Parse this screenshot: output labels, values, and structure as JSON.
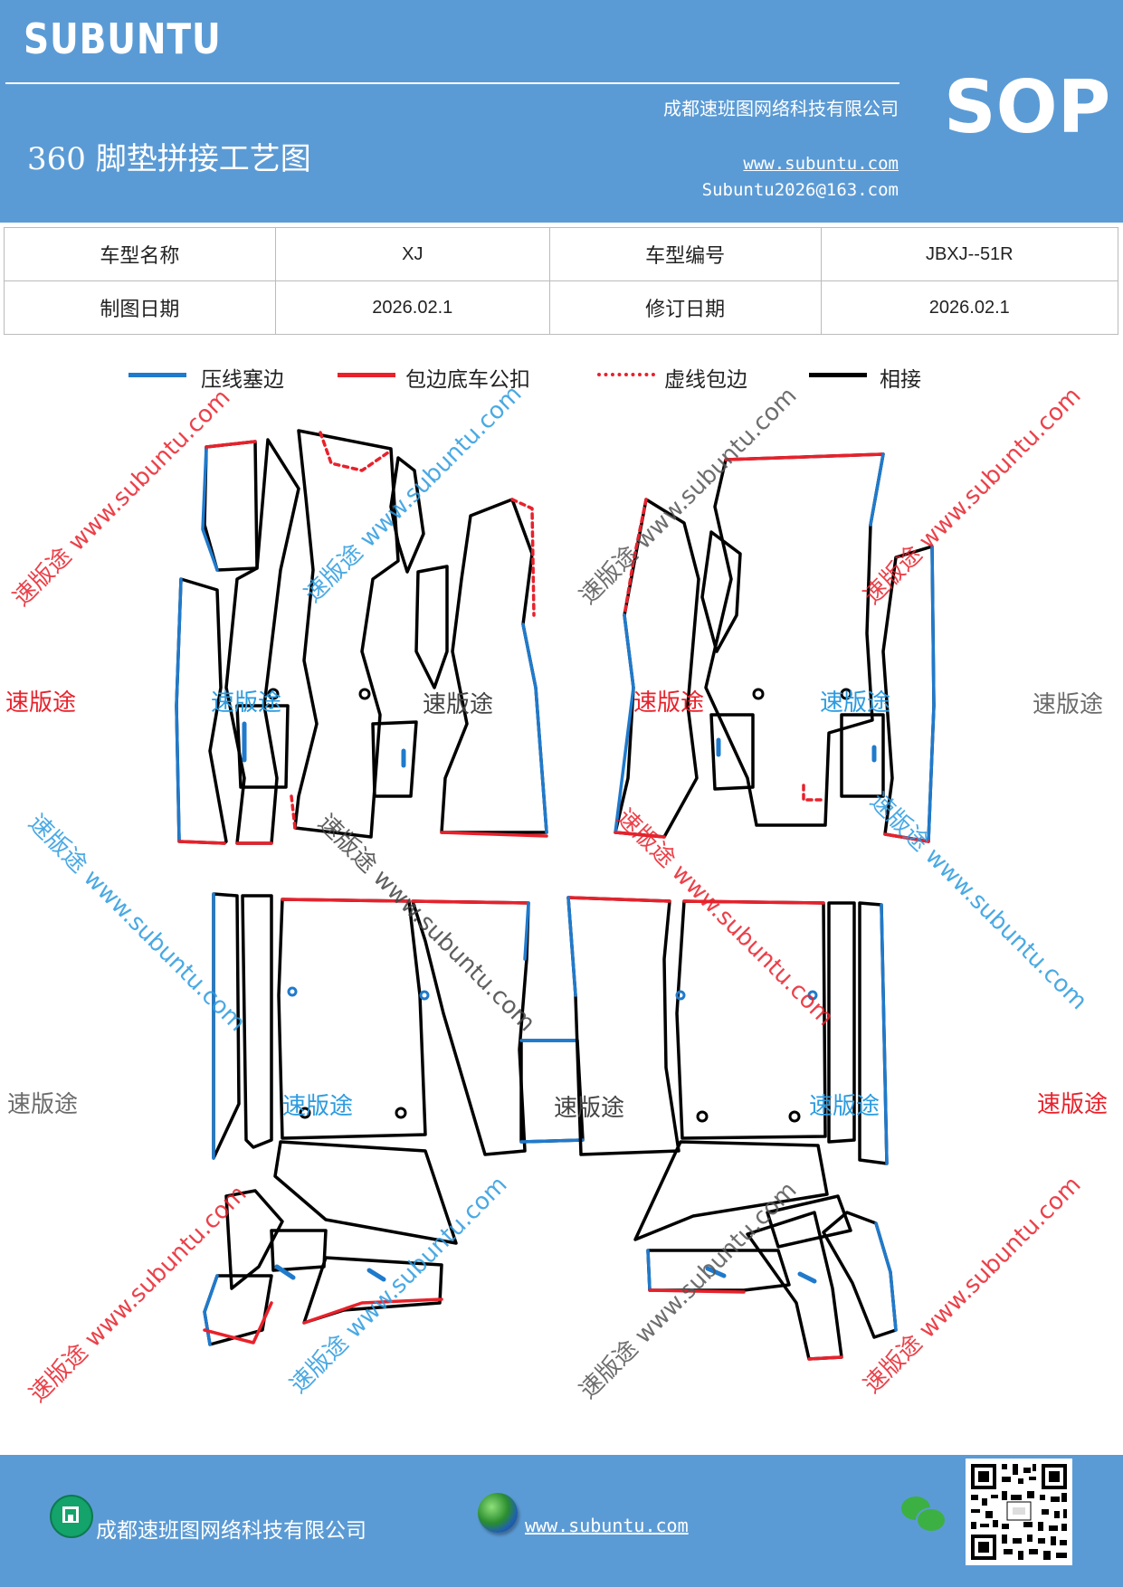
{
  "header": {
    "brand": "SUBUNTU",
    "company": "成都速班图网络科技有限公司",
    "sop": "SOP",
    "title": "360 脚垫拼接工艺图",
    "url": "www.subuntu.com",
    "email": "Subuntu2026@163.com",
    "background_color": "#5b9bd5"
  },
  "info_table": {
    "rows": [
      {
        "label1": "车型名称",
        "value1": "XJ",
        "label2": "车型编号",
        "value2": "JBXJ--51R"
      },
      {
        "label1": "制图日期",
        "value1": "2026.02.1",
        "label2": "修订日期",
        "value2": "2026.02.1"
      }
    ]
  },
  "legend": [
    {
      "label": "压线塞边",
      "style": "solid",
      "color": "#1f7acc"
    },
    {
      "label": "包边底车公扣",
      "style": "solid",
      "color": "#e8212b"
    },
    {
      "label": "虚线包边",
      "style": "dotted",
      "color": "#e8212b"
    },
    {
      "label": "相接",
      "style": "solid",
      "color": "#000000"
    }
  ],
  "watermark": {
    "brand": "速版途",
    "diagonal": "速版途 www.subuntu.com",
    "colors": {
      "red": "#e8212b",
      "blue": "#2b9be0",
      "gray": "#6b6b6b"
    }
  },
  "footer": {
    "company": "成都速班图网络科技有限公司",
    "url": "www.subuntu.com",
    "icons": [
      "building-icon",
      "globe-icon",
      "wechat-icon",
      "qr-code"
    ]
  }
}
